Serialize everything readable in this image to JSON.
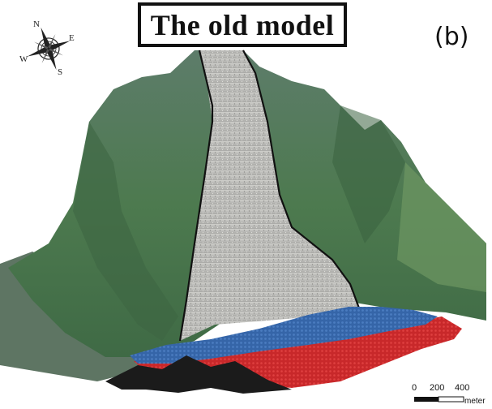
{
  "title": "The old model",
  "panel_label": "(b)",
  "compass": {
    "n": "N",
    "e": "E",
    "s": "S",
    "w": "W"
  },
  "scale_bar": {
    "ticks": [
      "0",
      "200",
      "400"
    ],
    "unit": "meter"
  },
  "colors": {
    "sky": "#ffffff",
    "vegetation": "#4f7a52",
    "landslide_deposit": "#b9b9b6",
    "boundary_line": "#111111",
    "blue_particles": "#3565a8",
    "red_particles": "#c8282a"
  }
}
